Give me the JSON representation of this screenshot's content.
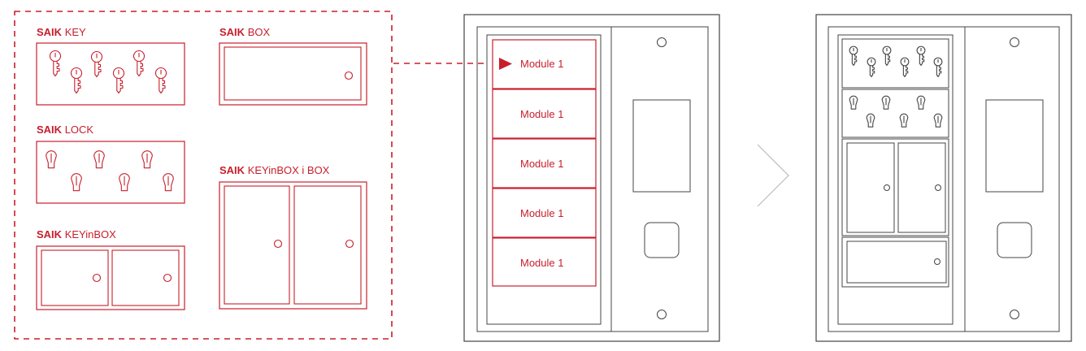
{
  "modules_panel": {
    "groups": [
      {
        "brand": "SAIK",
        "name": "KEY"
      },
      {
        "brand": "SAIK",
        "name": "BOX"
      },
      {
        "brand": "SAIK",
        "name": "LOCK"
      },
      {
        "brand": "SAIK",
        "name": "KEYinBOX"
      },
      {
        "brand": "SAIK",
        "name": "KEYinBOX i BOX"
      }
    ]
  },
  "cabinet_empty": {
    "slots": [
      {
        "label": "Module 1"
      },
      {
        "label": "Module 1"
      },
      {
        "label": "Module 1"
      },
      {
        "label": "Module 1"
      },
      {
        "label": "Module 1"
      }
    ]
  },
  "colors": {
    "accent": "#c81e2c",
    "line": "#444444",
    "chevron": "#bbbbbb"
  },
  "icons": [
    "key-icon",
    "lock-cylinder-icon",
    "box-door-icon",
    "arrow-icon",
    "chevron-right-icon"
  ]
}
